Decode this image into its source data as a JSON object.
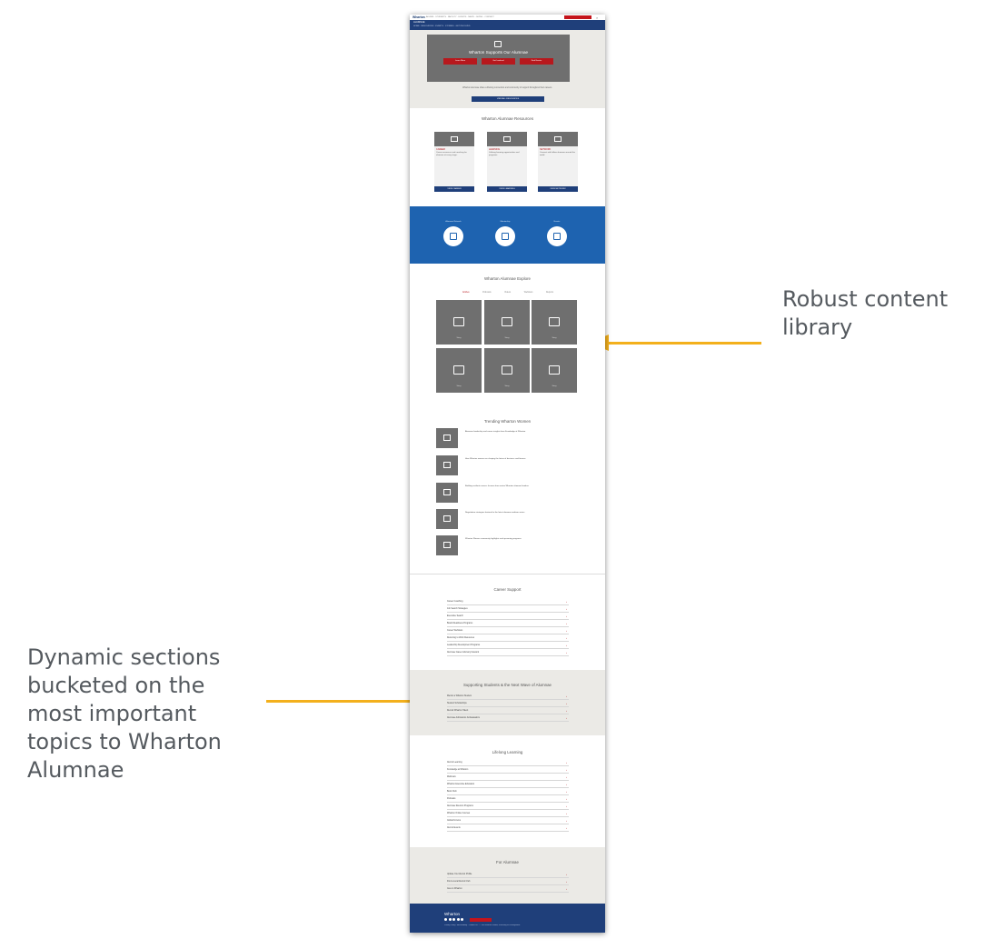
{
  "annotations": {
    "right": "Robust content\nlibrary",
    "left": "Dynamic sections\nbucketed on the\nmost important\ntopics to Wharton\nAlumnae"
  },
  "mock": {
    "topnav_logo": "Wharton",
    "topnav_links": "ALUMNI  ·  STUDENTS  ·  FACULTY  ·  EVENTS  ·  NEWS  ·  GIVING  ·  CONTACT",
    "nav_primary": "ALUMNAE",
    "nav_secondary": "HOME  ·  RESOURCES  ·  EVENTS  ·  STORIES  ·  GET INVOLVED",
    "hero_title": "Wharton Supports Our Alumnae",
    "hero_buttons": [
      "Learn More",
      "Get Involved",
      "Find Events"
    ],
    "hero_text": "Wharton alumnae share a lifelong connection and community of support throughout their careers.",
    "hero_cta": "VIEW ALL RESOURCES",
    "resources_title": "Wharton Alumnae Resources",
    "cards": [
      {
        "tag": "CAREER",
        "body": "Career resources and coaching for alumnae at every stage.",
        "foot": "VIEW CAREER"
      },
      {
        "tag": "LEARNING",
        "body": "Lifelong learning opportunities and programs.",
        "foot": "VIEW LEARNING"
      },
      {
        "tag": "NETWORK",
        "body": "Connect with fellow alumnae around the world.",
        "foot": "VIEW NETWORK"
      }
    ],
    "band_labels": [
      "Alumnae Network",
      "Mentorship",
      "Events"
    ],
    "explore_title": "Wharton Alumnae Explore",
    "tabs": [
      "Articles",
      "Podcasts",
      "Videos",
      "Webinars",
      "Reports"
    ],
    "tiles": [
      "Story",
      "Story",
      "Story",
      "Story",
      "Story",
      "Story"
    ],
    "latest_title": "Trending Wharton Women",
    "latest_items": [
      "Alumnae leadership and career insights from Knowledge at Wharton.",
      "How Wharton women are shaping the future of business and finance.",
      "Building resilient careers: lessons from senior Wharton alumnae leaders.",
      "Negotiation strategies featured in the latest alumnae webinar series.",
      "Wharton Women community highlights and upcoming programs."
    ],
    "career_title": "Career Support",
    "career_items": [
      "Career Coaching",
      "Job Search Strategies",
      "Executive Search",
      "Board Readiness Programs",
      "Career Webinars",
      "Returning to Work Resources",
      "Leadership Development Programs",
      "Alumnae Career Advisory Network"
    ],
    "wave_title": "Supporting Students & the Next Wave of Alumnae",
    "wave_items": [
      "Mentor a Wharton Student",
      "Student Scholarships",
      "Recruit Wharton Talent",
      "Alumnae Admissions Ambassadors"
    ],
    "lifelong_title": "Lifelong Learning",
    "lifelong_items": [
      "Alumni Learning",
      "Knowledge at Wharton",
      "Webinars",
      "Wharton Executive Education",
      "Book Club",
      "Podcasts",
      "Alumnae Reunion Programs",
      "Wharton Online Courses",
      "Global Forums",
      "Alumni Events"
    ],
    "forall_title": "For Alumnae",
    "forall_items": [
      "Update Your Alumni Profile",
      "Find a Local Alumni Club",
      "Give to Wharton"
    ],
    "footer_logo": "Wharton",
    "footer_links": "Privacy Policy · Accessibility · Contact Us · © The Wharton School, University of Pennsylvania"
  }
}
